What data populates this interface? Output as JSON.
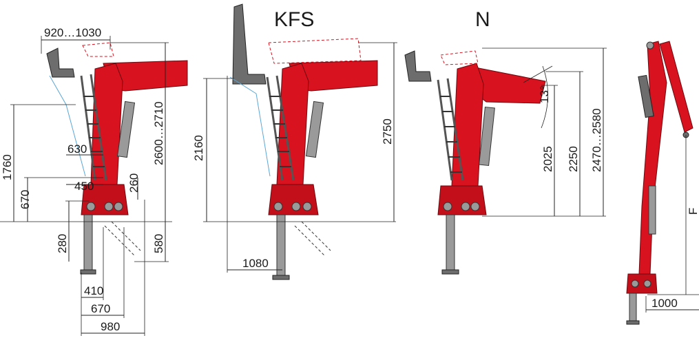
{
  "headings": {
    "kfs": "KFS",
    "n": "N"
  },
  "dims": {
    "d_920_1030": "920…1030",
    "d_1760": "1760",
    "d_630": "630",
    "d_450": "450",
    "d_260": "260",
    "d_670_left": "670",
    "d_2600_2710": "2600…2710",
    "d_280": "280",
    "d_580": "580",
    "d_410": "410",
    "d_670_bottom": "670",
    "d_980": "980",
    "d_2160": "2160",
    "d_2750": "2750",
    "d_1080": "1080",
    "d_13deg": "13°",
    "d_2025": "2025",
    "d_2250": "2250",
    "d_2470_2580": "2470…2580",
    "d_f": "F",
    "d_1000": "1000"
  },
  "colors": {
    "crane_red": "#d8121e",
    "steel_grey": "#9a9a9a",
    "guide_blue": "#5aa6d6"
  }
}
